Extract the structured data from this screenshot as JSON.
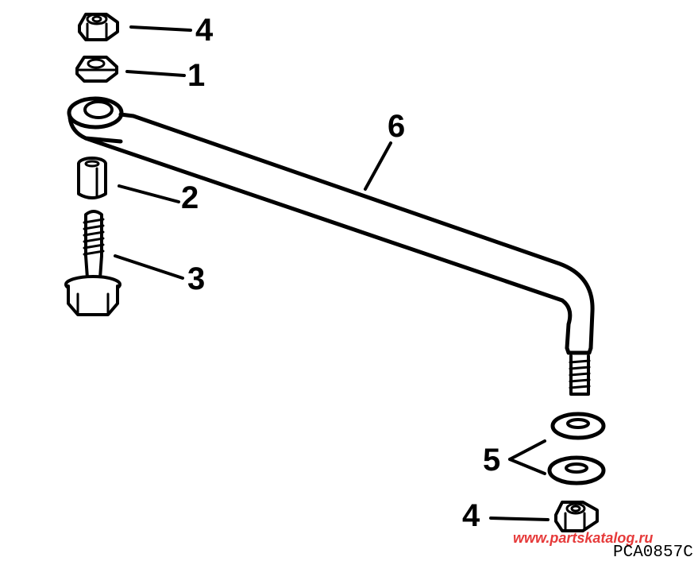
{
  "callouts": {
    "nut_top": "4",
    "nut_small": "1",
    "bushing": "2",
    "bolt": "3",
    "link_rod": "6",
    "washers": "5",
    "nut_bottom": "4"
  },
  "part_code": "PCA0857C",
  "watermark": "www.partskatalog.ru",
  "colors": {
    "line": "#000000",
    "watermark": "#e63a3a",
    "background": "#ffffff"
  }
}
